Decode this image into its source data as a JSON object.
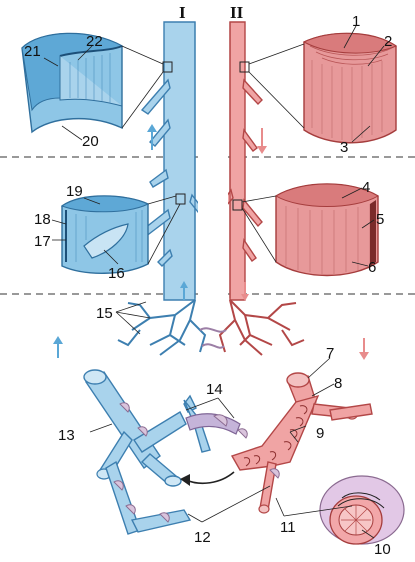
{
  "headers": {
    "veins": "I",
    "arteries": "II"
  },
  "labels": {
    "l1": "1",
    "l2": "2",
    "l3": "3",
    "l4": "4",
    "l5": "5",
    "l6": "6",
    "l7": "7",
    "l8": "8",
    "l9": "9",
    "l10": "10",
    "l11": "11",
    "l12": "12",
    "l13": "13",
    "l14": "14",
    "l15": "15",
    "l16": "16",
    "l17": "17",
    "l18": "18",
    "l19": "19",
    "l20": "20",
    "l21": "21",
    "l22": "22"
  },
  "colors": {
    "vein": "#a9d3ec",
    "vein_stroke": "#3d7fb0",
    "artery": "#f0a4a4",
    "artery_stroke": "#b34747",
    "capillary": "#d9c4dc"
  }
}
